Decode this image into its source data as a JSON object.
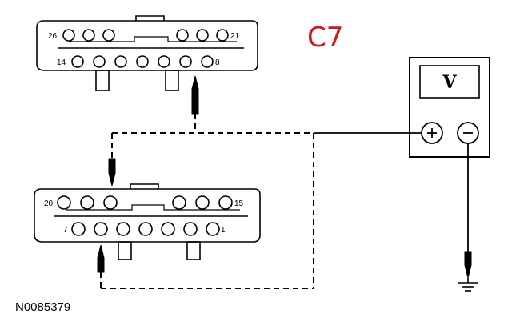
{
  "connector_top": {
    "labels": [
      "26",
      "21",
      "14",
      "8"
    ]
  },
  "connector_bottom": {
    "labels": [
      "20",
      "15",
      "7",
      "1"
    ]
  },
  "meter": {
    "display": "V",
    "positive": "+",
    "negative": "−"
  },
  "handwritten_note": "C7",
  "figure_id": "N0085379",
  "colors": {
    "ink": "#000000",
    "note": "#d0161b"
  },
  "icons": [
    "ground-symbol-icon",
    "probe-tip-icon"
  ]
}
